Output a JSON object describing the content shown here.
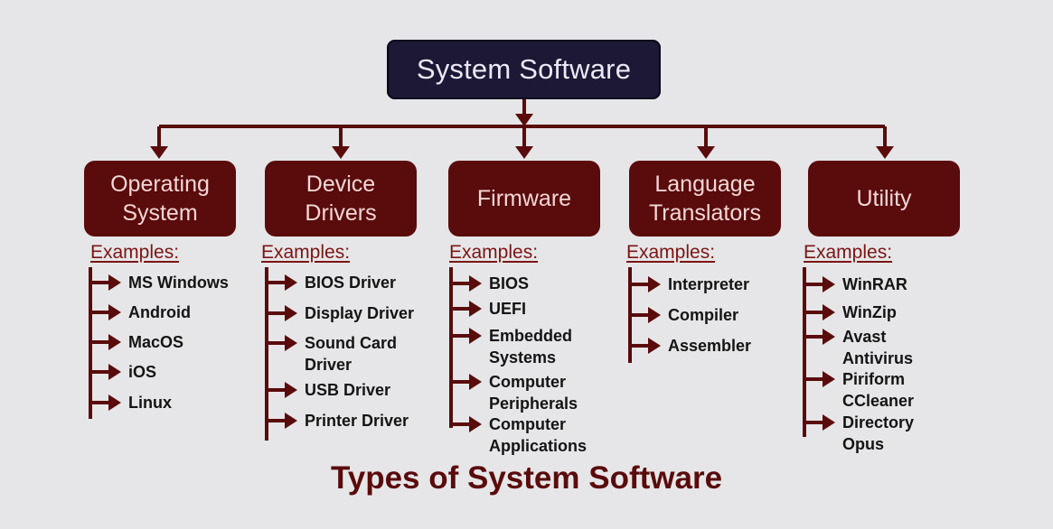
{
  "root": {
    "label": "System Software"
  },
  "categories": [
    {
      "label": "Operating\nSystem",
      "examples_label": "Examples:",
      "items": [
        "MS Windows",
        "Android",
        "MacOS",
        "iOS",
        "Linux"
      ]
    },
    {
      "label": "Device\nDrivers",
      "examples_label": "Examples:",
      "items": [
        "BIOS Driver",
        "Display Driver",
        "Sound Card\nDriver",
        "USB Driver",
        "Printer Driver"
      ]
    },
    {
      "label": "Firmware",
      "examples_label": "Examples:",
      "items": [
        "BIOS",
        "UEFI",
        "Embedded\nSystems",
        "Computer\nPeripherals",
        "Computer\nApplications"
      ]
    },
    {
      "label": "Language\nTranslators",
      "examples_label": "Examples:",
      "items": [
        "Interpreter",
        "Compiler",
        "Assembler"
      ]
    },
    {
      "label": "Utility",
      "examples_label": "Examples:",
      "items": [
        "WinRAR",
        "WinZip",
        "Avast\nAntivirus",
        "Piriform\nCCleaner",
        "Directory\nOpus"
      ]
    }
  ],
  "caption": "Types of System Software",
  "colors": {
    "root_fill": "#1c1836",
    "category_fill": "#5a0b0b",
    "connector": "#5a0b0b",
    "examples_text": "#7c1414",
    "caption_text": "#5a0b0b",
    "background": "#e6e6e8"
  }
}
